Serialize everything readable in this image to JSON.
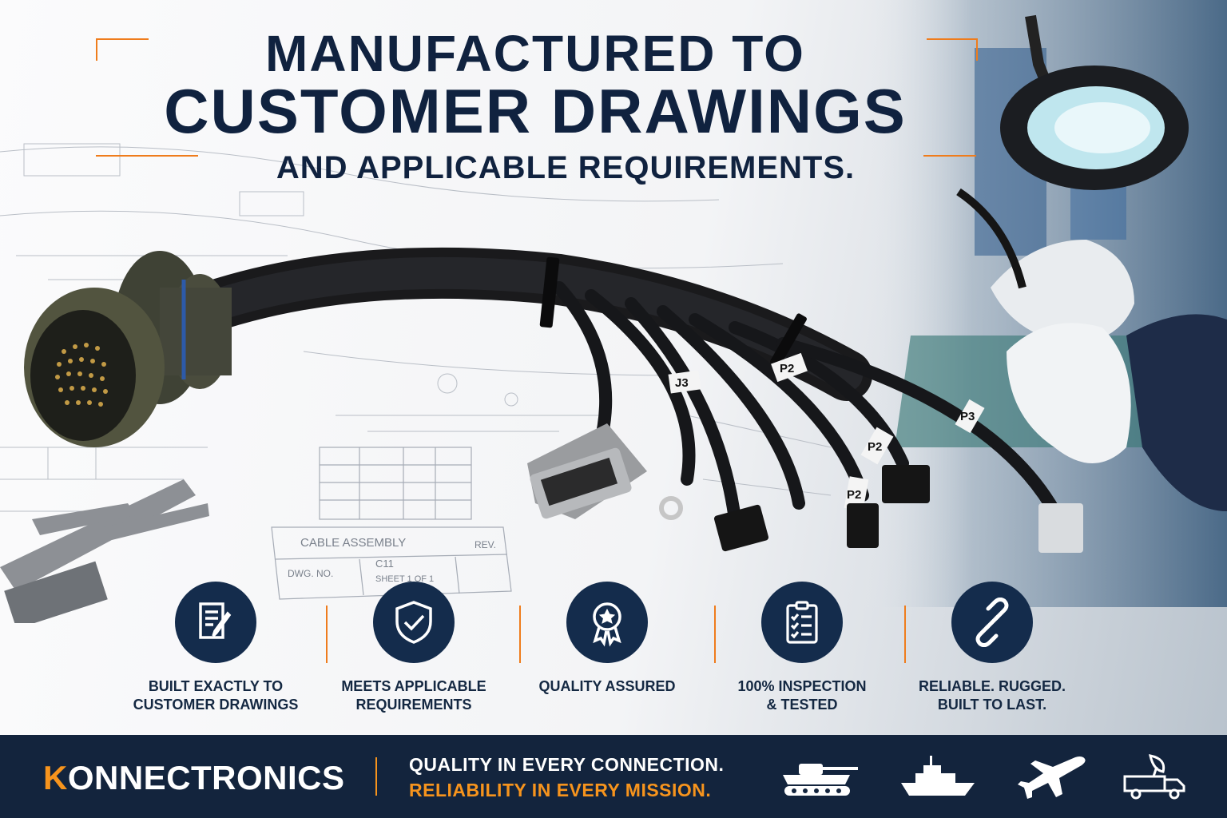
{
  "headline": {
    "line1": "MANUFACTURED TO",
    "line2": "CUSTOMER DRAWINGS",
    "line3": "AND APPLICABLE REQUIREMENTS."
  },
  "drawing": {
    "title_block": "CABLE ASSEMBLY",
    "dwg_no_label": "DWG. NO.",
    "rev_label": "REV.",
    "sheet": "SHEET 1 OF 1",
    "dwg_no_value": "C11"
  },
  "harness_labels": [
    "J3",
    "P2",
    "P2",
    "P2",
    "P3"
  ],
  "features": [
    {
      "icon": "document-edit-icon",
      "label_line1": "BUILT EXACTLY TO",
      "label_line2": "CUSTOMER DRAWINGS"
    },
    {
      "icon": "shield-check-icon",
      "label_line1": "MEETS APPLICABLE",
      "label_line2": "REQUIREMENTS"
    },
    {
      "icon": "award-ribbon-icon",
      "label_line1": "QUALITY ASSURED",
      "label_line2": ""
    },
    {
      "icon": "clipboard-checklist-icon",
      "label_line1": "100% INSPECTION",
      "label_line2": "& TESTED"
    },
    {
      "icon": "chain-link-icon",
      "label_line1": "RELIABLE. RUGGED.",
      "label_line2": "BUILT TO LAST."
    }
  ],
  "footer": {
    "brand_first": "K",
    "brand_rest": "ONNECTRONICS",
    "tagline1": "QUALITY IN EVERY CONNECTION.",
    "tagline2": "RELIABILITY IN EVERY MISSION.",
    "icons": [
      "tank-icon",
      "ship-icon",
      "jet-icon",
      "radar-truck-icon"
    ]
  },
  "colors": {
    "navy": "#13243d",
    "orange": "#f7941d",
    "heading": "#10223f"
  }
}
